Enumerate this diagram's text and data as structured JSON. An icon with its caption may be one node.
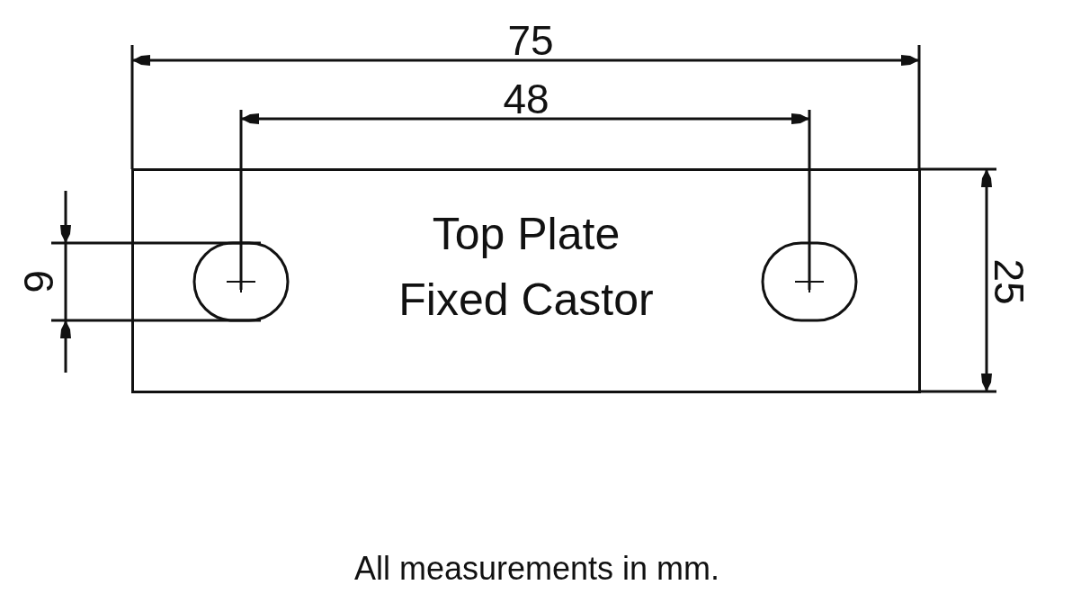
{
  "diagram": {
    "nodes": [
      {
        "text": [
          "Top Plate",
          "Fixed Castor"
        ]
      }
    ],
    "edges": [],
    "labels": [
      "75",
      "48",
      "9",
      "25",
      "All measurements in mm."
    ]
  }
}
